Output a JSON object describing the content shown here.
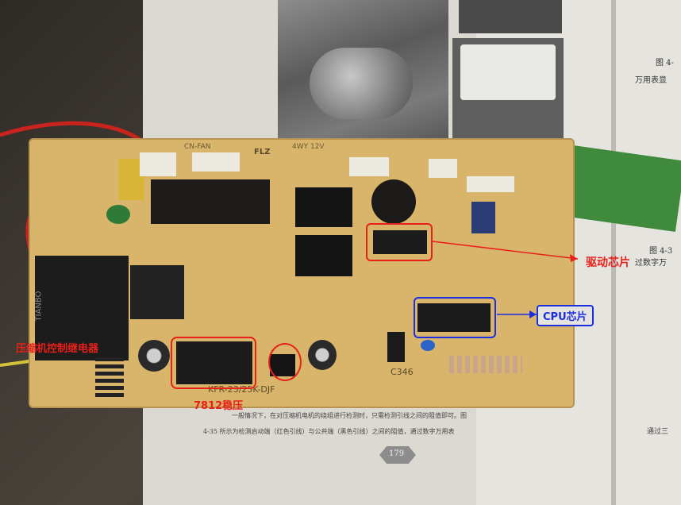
{
  "annotations": {
    "driver_chip": "驱动芯片",
    "cpu_chip": "CPU芯片",
    "compressor_relay": "压缩机控制继电器",
    "regulator": "7812稳压"
  },
  "board_silkscreen": {
    "top_left": "CN-FAN",
    "flz": "FLZ",
    "top_mid": "4WY 12V",
    "part_code": "C346",
    "model": "KFR-23/25K-DJF",
    "relay_brand": "TIANBO"
  },
  "book": {
    "figure_right_top": "图 4-",
    "caption_right_top": "万用表显",
    "figure_right_mid": "图 4-3",
    "caption_right_mid": "过数字万",
    "body_line1": "一般情况下，在对压缩机电机的绕组进行检测时，只需检测引线之间的阻值即可。图",
    "body_line2": "4-35 所示为检测启动端（红色引线）与公共端（黑色引线）之间的阻值，通过数字万用表",
    "right_edge": "通过三",
    "page_number": "179"
  },
  "colors": {
    "annotation_red": "#e8201a",
    "annotation_blue": "#1c2fe0",
    "board": "#d8b56a"
  }
}
